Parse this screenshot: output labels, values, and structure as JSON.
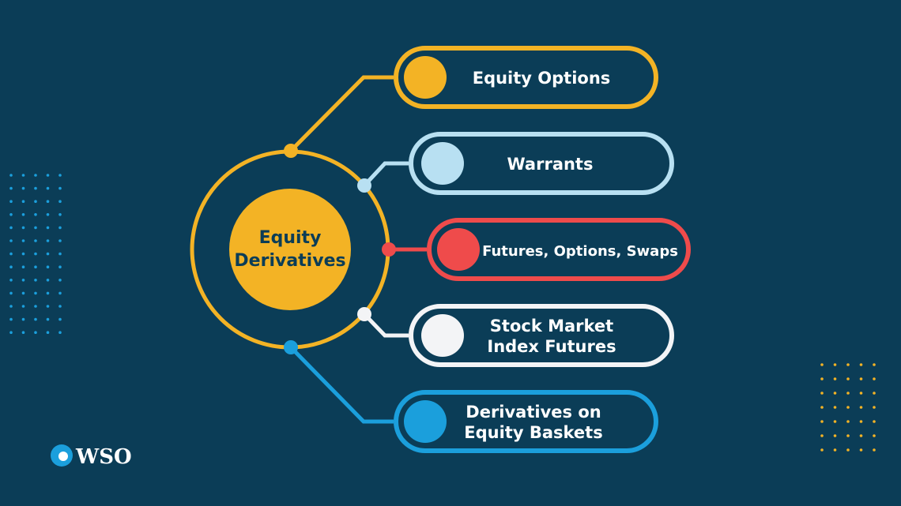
{
  "center": {
    "line1": "Equity",
    "line2": "Derivatives"
  },
  "items": [
    {
      "lines": [
        "Equity Options"
      ],
      "color": "#f3b325"
    },
    {
      "lines": [
        "Warrants"
      ],
      "color": "#b8e0f2"
    },
    {
      "lines": [
        "Futures, Options, Swaps"
      ],
      "color": "#ef4b4b"
    },
    {
      "lines": [
        "Stock Market",
        "Index Futures"
      ],
      "color": "#f3f4f6"
    },
    {
      "lines": [
        "Derivatives on",
        "Equity Baskets"
      ],
      "color": "#1b9fdc"
    }
  ],
  "colors": {
    "background": "#0b3d57",
    "accent": "#f3b325"
  },
  "logo": {
    "text": "WSO"
  }
}
